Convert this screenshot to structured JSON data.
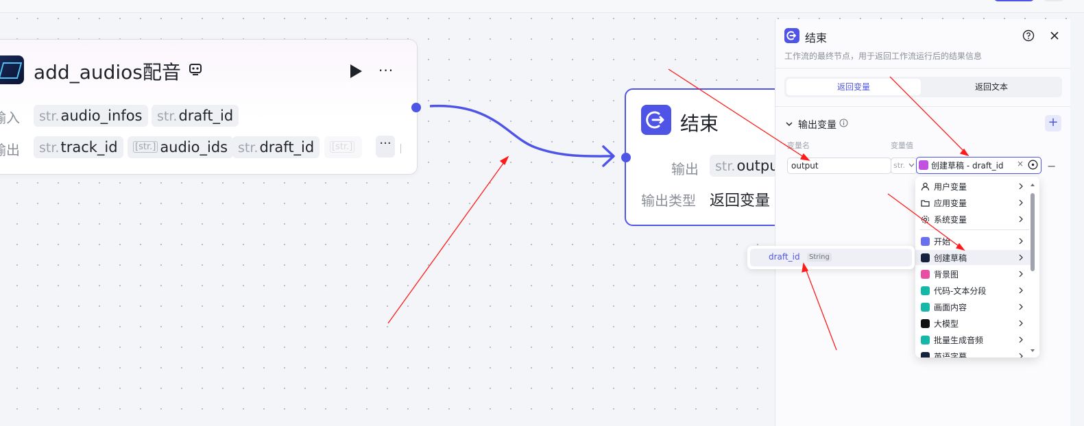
{
  "node_add_audios": {
    "title": "add_audios配音",
    "input_label": "输入",
    "output_label": "输出",
    "inputs": [
      {
        "type": "str.",
        "name": "audio_infos"
      },
      {
        "type": "str.",
        "name": "draft_id"
      }
    ],
    "outputs": [
      {
        "type": "str.",
        "name": "track_id"
      },
      {
        "type": "[str.]",
        "name": "audio_ids"
      },
      {
        "type": "str.",
        "name": "draft_id"
      },
      {
        "type": "[str.]",
        "name": ""
      }
    ],
    "more_label": "···"
  },
  "node_end": {
    "title": "结束",
    "output_label": "输出",
    "output_type": "str.",
    "output_name": "outpu",
    "output_kind_label": "输出类型",
    "output_kind_value": "返回变量"
  },
  "panel": {
    "title": "结束",
    "description": "工作流的最终节点，用于返回工作流运行后的结果信息",
    "tabs": [
      "返回变量",
      "返回文本"
    ],
    "section_title": "输出变量",
    "col_name": "变量名",
    "col_value": "变量值",
    "var_name": "output",
    "var_type": "str.",
    "ref_value": "创建草稿 - draft_id",
    "ref_clear": "×",
    "add_label": "+",
    "remove_label": "−"
  },
  "dropdown": {
    "groups_top": [
      "用户变量",
      "应用变量",
      "系统变量"
    ],
    "nodes": [
      "开始",
      "创建草稿",
      "背景图",
      "代码-文本分段",
      "画面内容",
      "大模型",
      "批量生成音频",
      "英语字幕"
    ],
    "highlighted": "创建草稿"
  },
  "sub_dropdown": {
    "name": "draft_id",
    "type": "String"
  },
  "colors": {
    "accent": "#4e54e6",
    "annotation_arrow": "#ff1a1a"
  }
}
